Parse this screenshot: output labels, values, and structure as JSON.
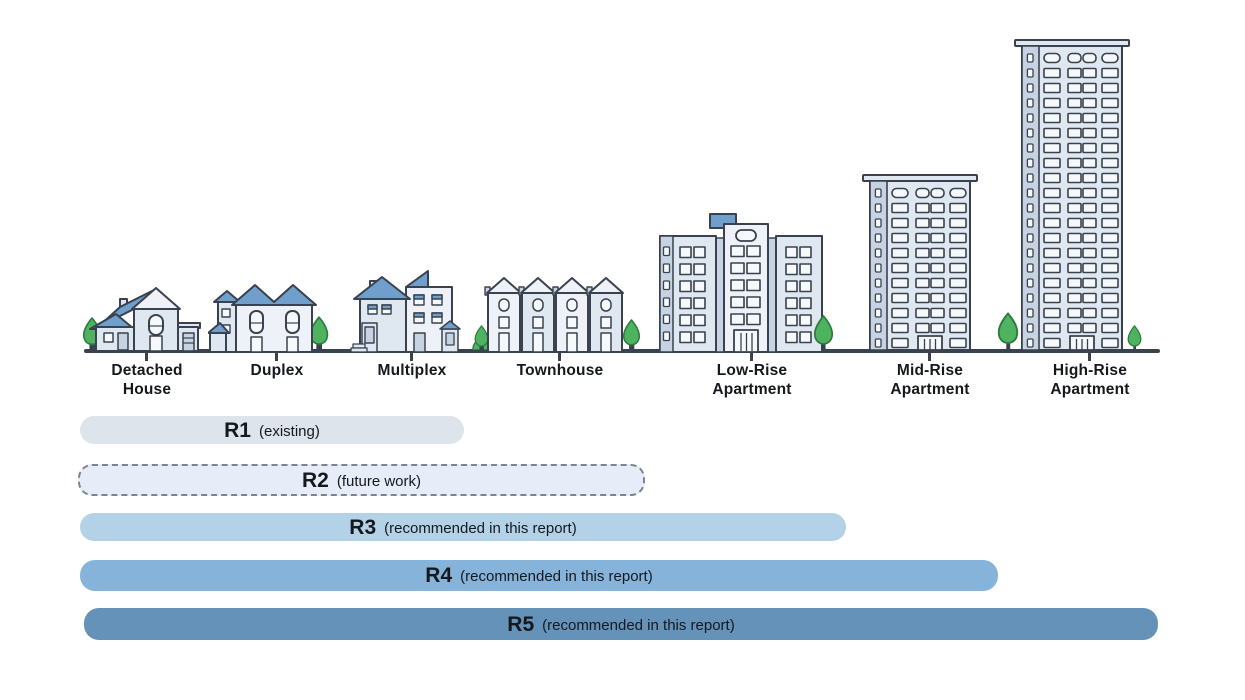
{
  "figure": {
    "buildings": [
      {
        "id": "detached-house",
        "label": "Detached\nHouse"
      },
      {
        "id": "duplex",
        "label": "Duplex"
      },
      {
        "id": "multiplex",
        "label": "Multiplex"
      },
      {
        "id": "townhouse",
        "label": "Townhouse",
        "units": 4
      },
      {
        "id": "low-rise-apartment",
        "label": "Low-Rise\nApartment",
        "floors": 6
      },
      {
        "id": "mid-rise-apartment",
        "label": "Mid-Rise\nApartment",
        "floors": 11
      },
      {
        "id": "high-rise-apartment",
        "label": "High-Rise\nApartment",
        "floors": 20
      }
    ],
    "zones": [
      {
        "code": "R1",
        "note": "(existing)"
      },
      {
        "code": "R2",
        "note": "(future work)"
      },
      {
        "code": "R3",
        "note": "(recommended in this report)"
      },
      {
        "code": "R4",
        "note": "(recommended in this report)"
      },
      {
        "code": "R5",
        "note": "(recommended in this report)"
      }
    ],
    "colors": {
      "outline": "#39424e",
      "wall": "#dfe7f1",
      "wall_alt": "#c7d3e2",
      "wall_light": "#eef2f8",
      "roof_blue": "#6f9fca",
      "tree_green": "#4db35f",
      "tree_green_dark": "#2f7a41",
      "zone_r1": "#dee4eb",
      "zone_r2": "#e6edf8",
      "zone_r2_border": "#7e848f",
      "zone_r3": "#b3d2e8",
      "zone_r4": "#85b3da",
      "zone_r5": "#6592b8"
    }
  }
}
